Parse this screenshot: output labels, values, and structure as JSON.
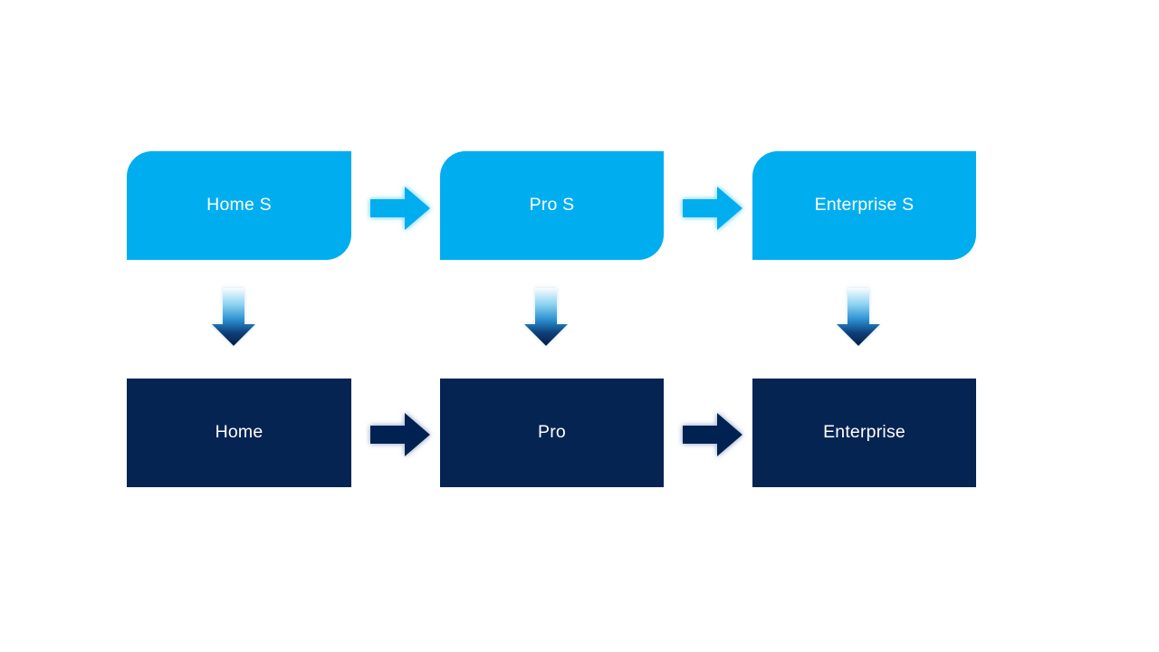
{
  "diagram": {
    "background": "#ffffff",
    "top_row": {
      "fill": "#00aeef",
      "text_color": "#ffffff",
      "corner_style": "rounded-diagonal",
      "nodes": [
        {
          "label": "Home S"
        },
        {
          "label": "Pro S"
        },
        {
          "label": "Enterprise S"
        }
      ]
    },
    "bottom_row": {
      "fill": "#052452",
      "text_color": "#ffffff",
      "corner_style": "square",
      "nodes": [
        {
          "label": "Home"
        },
        {
          "label": "Pro"
        },
        {
          "label": "Enterprise"
        }
      ]
    },
    "connectors": {
      "top_horizontal": {
        "icon": "right-arrow-icon",
        "fill": "#00aeef",
        "glow": "#8fdbf9",
        "count": 2
      },
      "bottom_horizontal": {
        "icon": "right-arrow-icon",
        "fill": "#052452",
        "glow": "#afbdd0",
        "count": 2
      },
      "vertical": {
        "icon": "down-arrow-icon",
        "fill_gradient": [
          "#f8fcff",
          "#8ed4f2",
          "#2b8fd0",
          "#0a3e77",
          "#041f45"
        ],
        "glow": "#c5d9ea",
        "count": 3
      }
    }
  }
}
